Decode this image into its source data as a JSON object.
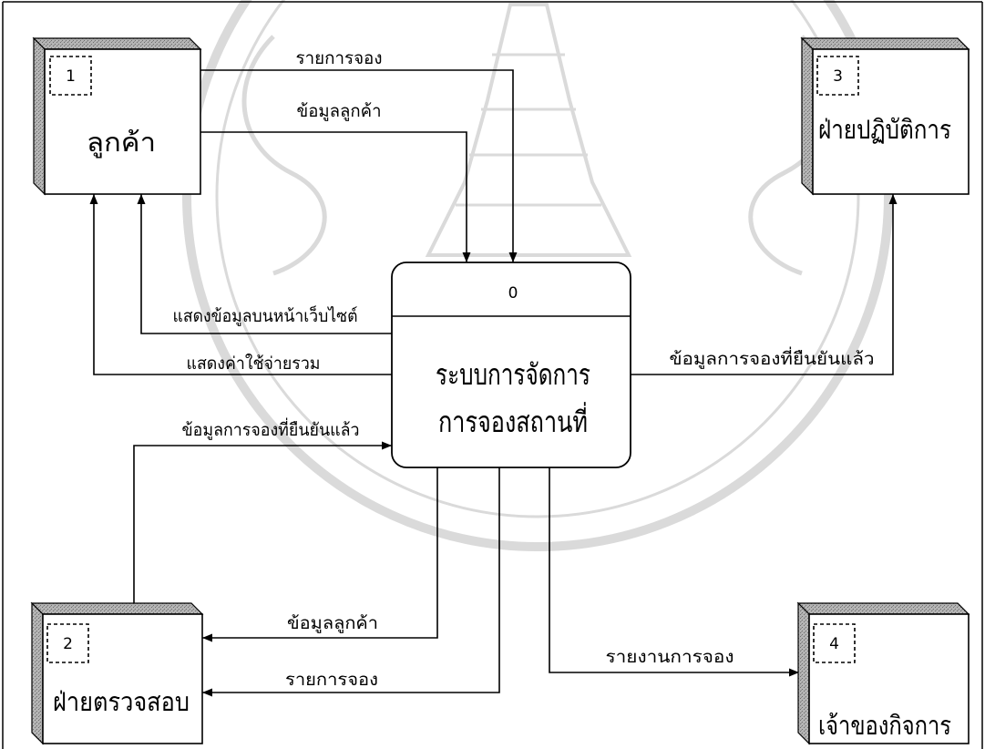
{
  "entities": [
    {
      "number": "1",
      "label": "ลูกค้า"
    },
    {
      "number": "2",
      "label": "ฝ่ายตรวจสอบ"
    },
    {
      "number": "3",
      "label": "ฝ่ายปฏิบัติการ"
    },
    {
      "number": "4",
      "label": "เจ้าของกิจการ"
    }
  ],
  "process": {
    "number": "0",
    "line1": "ระบบการจัดการ",
    "line2": "การจองสถานที่"
  },
  "flows": [
    {
      "label": "รายการจอง"
    },
    {
      "label": "ข้อมูลลูกค้า"
    },
    {
      "label": "แสดงข้อมูลบนหน้าเว็บไซต์"
    },
    {
      "label": "แสดงค่าใช้จ่ายรวม"
    },
    {
      "label": "ข้อมูลการจองที่ยืนยันแล้ว"
    },
    {
      "label": "ข้อมูลการจองที่ยืนยันแล้ว"
    },
    {
      "label": "ข้อมูลลูกค้า"
    },
    {
      "label": "รายการจอง"
    },
    {
      "label": "รายงานการจอง"
    }
  ],
  "colors": {
    "background": "#ffffff",
    "line": "#000000",
    "shade": "#b4b4b4",
    "shade_dots": "#6e6e6e",
    "watermark": "#dadada"
  }
}
